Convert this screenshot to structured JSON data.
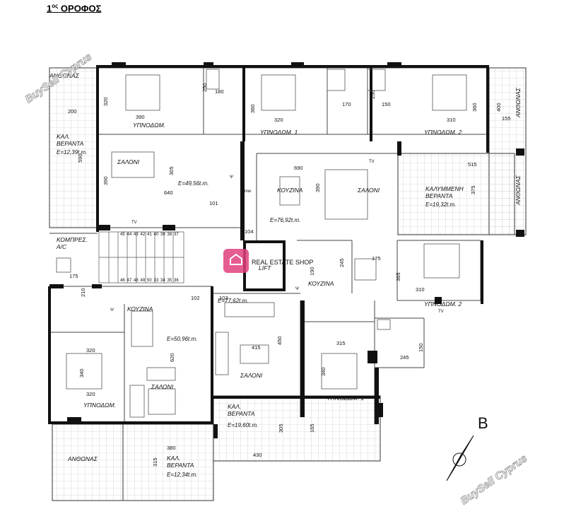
{
  "title": {
    "prefix": "1",
    "sup": "ος",
    "main": "ΟΡΟΦΟΣ"
  },
  "watermarks": {
    "buysell": "BuySell Cyprus",
    "real_estate": "REAL ESTATE SHOP"
  },
  "compass": {
    "letter": "B",
    "icon": "north-arrow-icon"
  },
  "colors": {
    "wall": "#111111",
    "line": "#333333",
    "hatch": "#bbbbbb",
    "logo": "#e0407e"
  },
  "rooms": [
    {
      "key": "anthonas_tl",
      "text": "ΑΝΘΩΝΑΣ"
    },
    {
      "key": "kal_beranta_1a",
      "text": "ΚΑΛ."
    },
    {
      "key": "kal_beranta_1b",
      "text": "ΒΕΡΑΝΤΑ"
    },
    {
      "key": "kal_beranta_1c",
      "text": "E=12,39t.m."
    },
    {
      "key": "ypnodom_a1",
      "text": "ΥΠΝΟΔΩΜ."
    },
    {
      "key": "saloni_a",
      "text": "ΣΑΛΟΝΙ"
    },
    {
      "key": "area_a",
      "text": "E=49,56t.m."
    },
    {
      "key": "ypnodom_b1",
      "text": "ΥΠΝΟΔΩΜ. 1"
    },
    {
      "key": "ypnodom_b2",
      "text": "ΥΠΝΟΔΩΜ. 2"
    },
    {
      "key": "anthonas_tr",
      "text": "ΑΝΘΩΝΑΣ"
    },
    {
      "key": "kouzina_b",
      "text": "ΚΟΥΖΙΝΑ"
    },
    {
      "key": "saloni_b",
      "text": "ΣΑΛΟΝΙ"
    },
    {
      "key": "area_b",
      "text": "E=76,92t.m."
    },
    {
      "key": "kalymmeni_a",
      "text": "ΚΑΛΥΜΜΕΝΗ"
    },
    {
      "key": "kalymmeni_b",
      "text": "ΒΕΡΑΝΤΑ"
    },
    {
      "key": "kalymmeni_c",
      "text": "E=19,32t.m."
    },
    {
      "key": "anthonas_r",
      "text": "ΑΝΘΩΝΑΣ"
    },
    {
      "key": "kompres_a",
      "text": "ΚΟΜΠΡΕΣ."
    },
    {
      "key": "kompres_b",
      "text": "A/C"
    },
    {
      "key": "lift",
      "text": "LIFT"
    },
    {
      "key": "kouzina_d",
      "text": "ΚΟΥΖΙΝΑ"
    },
    {
      "key": "ypnodom_d2",
      "text": "ΥΠΝΟΔΩΜ. 2"
    },
    {
      "key": "kouzina_c",
      "text": "ΚΟΥΖΙΝΑ"
    },
    {
      "key": "area_c",
      "text": "E=50,96t.m."
    },
    {
      "key": "saloni_c",
      "text": "ΣΑΛΟΝΙ"
    },
    {
      "key": "ypnodom_c",
      "text": "ΥΠΝΟΔΩΜ."
    },
    {
      "key": "area_d",
      "text": "E=77,62t.m."
    },
    {
      "key": "saloni_d",
      "text": "ΣΑΛΟΝΙ"
    },
    {
      "key": "ypnodom_d1",
      "text": "ΥΠΝΟΔΩΜ. 1"
    },
    {
      "key": "kal_beranta_d_a",
      "text": "ΚΑΛ."
    },
    {
      "key": "kal_beranta_d_b",
      "text": "ΒΕΡΑΝΤΑ"
    },
    {
      "key": "kal_beranta_d_c",
      "text": "E=19,60t.m."
    },
    {
      "key": "anthonas_bl",
      "text": "ΑΝΘΩΝΑΣ"
    },
    {
      "key": "kal_beranta_c_a",
      "text": "ΚΑΛ."
    },
    {
      "key": "kal_beranta_c_b",
      "text": "ΒΕΡΑΝΤΑ"
    },
    {
      "key": "kal_beranta_c_c",
      "text": "E=12,34t.m."
    }
  ],
  "dimensions": [
    "200",
    "590",
    "320",
    "390",
    "305",
    "390",
    "640",
    "101",
    "180",
    "250",
    "360",
    "320",
    "170",
    "250",
    "150",
    "310",
    "360",
    "400",
    "155",
    "515",
    "690",
    "390",
    "375",
    "104",
    "175",
    "210",
    "102",
    "103",
    "175",
    "245",
    "190",
    "365",
    "310",
    "450",
    "415",
    "320",
    "620",
    "340",
    "320",
    "315",
    "340",
    "150",
    "245",
    "305",
    "165",
    "430",
    "380",
    "315"
  ],
  "stair_numbers": {
    "top": [
      "45",
      "44",
      "43",
      "42",
      "41",
      "40",
      "39",
      "38",
      "37"
    ],
    "bottom": [
      "46",
      "47",
      "48",
      "49",
      "50",
      "33",
      "34",
      "35",
      "36"
    ]
  },
  "fixtures": {
    "tv": "TV",
    "mw": "mw",
    "psi": "Ψ"
  }
}
